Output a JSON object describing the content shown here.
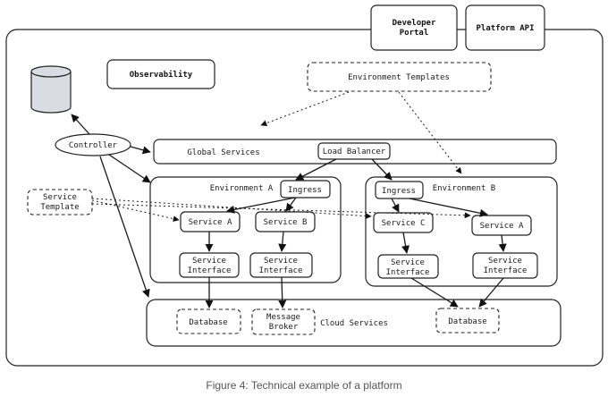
{
  "nodes": {
    "developer_portal": [
      "Developer",
      "Portal"
    ],
    "platform_api": "Platform API",
    "observability": "Observability",
    "environment_templates": "Environment Templates",
    "controller": "Controller",
    "global_services": "Global Services",
    "load_balancer": "Load Balancer",
    "service_template": [
      "Service",
      "Template"
    ],
    "environment_a": "Environment A",
    "environment_b": "Environment B",
    "ingress_a": "Ingress",
    "ingress_b": "Ingress",
    "service_a_env_a": "Service A",
    "service_b_env_a": "Service B",
    "service_c_env_b": "Service C",
    "service_a_env_b": "Service A",
    "service_interface": [
      "Service",
      "Interface"
    ],
    "database": "Database",
    "message_broker": [
      "Message",
      "Broker"
    ],
    "cloud_services": "Cloud Services"
  },
  "caption": "Figure 4: Technical example of a platform"
}
